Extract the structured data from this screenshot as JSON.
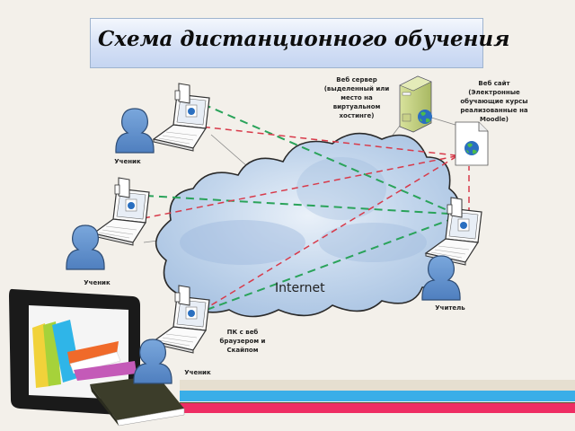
{
  "title": "Схема дистанционного обучения",
  "cloud": {
    "label": "Internet"
  },
  "nodes": {
    "web_server": {
      "label": "Веб сервер\n(выделенный или\nместо на виртуальном\nхостинге)"
    },
    "web_site": {
      "label": "Веб сайт\n(Электронные\nобучающие курсы\nреализованные на\nMoodle)"
    },
    "student_1": {
      "label": "Ученик"
    },
    "student_2": {
      "label": "Ученик"
    },
    "student_3": {
      "label": "Ученик"
    },
    "teacher": {
      "label": "Учитель"
    },
    "pc_note": {
      "label": "ПК с веб\nбраузером и\nСкайпом"
    }
  },
  "colors": {
    "background": "#f3f0ea",
    "title_gradient_top": "#f4f7fd",
    "title_gradient_bottom": "#c5d5f1",
    "cloud_fill": "#c7d8ec",
    "green_link": "#2aa35a",
    "red_link": "#d83a4a",
    "person": "#5b8fcf",
    "band_beige": "#e6dfd0",
    "band_blue": "#3aaee8",
    "band_red": "#ee2d63"
  }
}
